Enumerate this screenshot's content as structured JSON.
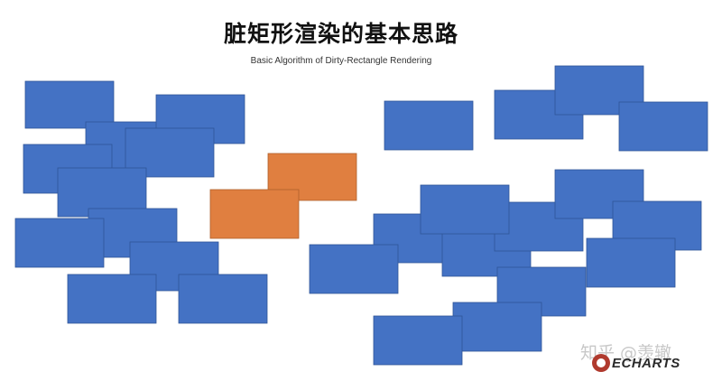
{
  "header": {
    "title": "脏矩形渲染的基本思路",
    "subtitle": "Basic Algorithm of Dirty-Rectangle Rendering"
  },
  "colors": {
    "clean_fill": "#4472C4",
    "clean_stroke": "#2F5597",
    "dirty_fill": "#E07F40",
    "dirty_stroke": "#B0612B"
  },
  "legend_items": [
    {
      "kind": "clean",
      "color": "#4472C4"
    },
    {
      "kind": "dirty",
      "color": "#E07F40"
    }
  ],
  "footer": {
    "watermark": "知乎 @羡辙",
    "logo_text": "ECHARTS",
    "logo_icon": "echarts-logo-icon"
  }
}
